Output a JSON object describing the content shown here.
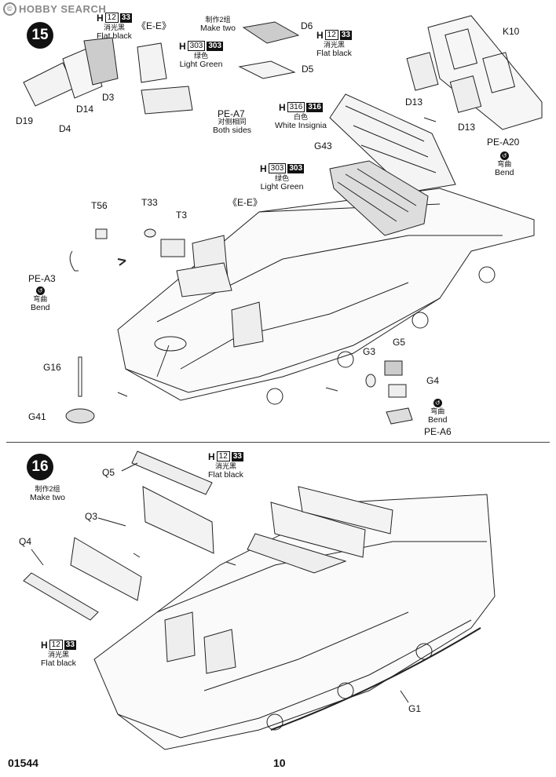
{
  "watermark": {
    "text": "HOBBY SEARCH",
    "mark": "©"
  },
  "footer": {
    "code": "01544",
    "page": "10"
  },
  "step15": {
    "number": "15",
    "parts": [
      "D19",
      "D4",
      "D14",
      "D3",
      "D6",
      "D5",
      "K10",
      "D13",
      "D13",
      "PE-A7",
      "PE-A20",
      "G43",
      "T56",
      "T33",
      "T3",
      "PE-A3",
      "G16",
      "G41",
      "G3",
      "G5",
      "G4",
      "PE-A6"
    ],
    "section_marks": [
      "《E-E》",
      "《E-E》"
    ],
    "make_two": {
      "cn": "制作2组",
      "en": "Make two"
    },
    "both_sides": {
      "cn": "对侧相同",
      "en": "Both sides"
    },
    "paint_flat_black_1": {
      "h": "H",
      "code": "12",
      "code2": "33",
      "cn": "消光黑",
      "en": "Flat black"
    },
    "paint_flat_black_2": {
      "h": "H",
      "code": "12",
      "code2": "33",
      "cn": "消光黑",
      "en": "Flat black"
    },
    "paint_green_1": {
      "h": "H",
      "code": "303",
      "code2": "303",
      "cn": "绿色",
      "en": "Light Green"
    },
    "paint_white": {
      "h": "H",
      "code": "316",
      "code2": "316",
      "cn": "白色",
      "en": "White Insignia"
    },
    "paint_green_2": {
      "h": "H",
      "code": "303",
      "code2": "303",
      "cn": "绿色",
      "en": "Light Green"
    },
    "bend_1": {
      "cn": "弯曲",
      "en": "Bend"
    },
    "bend_2": {
      "cn": "弯曲",
      "en": "Bend"
    },
    "bend_3": {
      "cn": "弯曲",
      "en": "Bend"
    }
  },
  "step16": {
    "number": "16",
    "parts": [
      "Q5",
      "Q3",
      "Q4",
      "G1"
    ],
    "make_two": {
      "cn": "制作2组",
      "en": "Make two"
    },
    "paint_flat_black_1": {
      "h": "H",
      "code": "12",
      "code2": "33",
      "cn": "消光黑",
      "en": "Flat black"
    },
    "paint_flat_black_2": {
      "h": "H",
      "code": "12",
      "code2": "33",
      "cn": "消光黑",
      "en": "Flat black"
    }
  }
}
